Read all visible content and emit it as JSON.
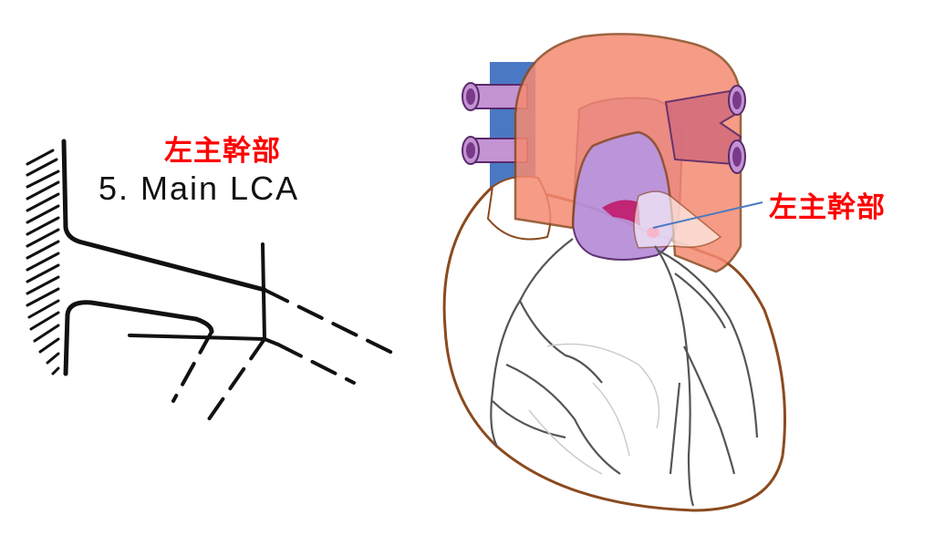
{
  "left_panel": {
    "annotation_jp": "左主幹部",
    "segment_label": "5. Main LCA"
  },
  "right_panel": {
    "annotation_jp": "左主幹部"
  },
  "colors": {
    "annotation_red": "#ff0000",
    "aorta": "#f58a72",
    "pulmonary_trunk": "#b98fd9",
    "vena_cava": "#4a78c4",
    "pulmonary_vessels": "#7a3a8a",
    "heart_outline": "#8b4a1e",
    "left_main_highlight": "#f04a7a",
    "pointer_line": "#4a7ac2"
  }
}
